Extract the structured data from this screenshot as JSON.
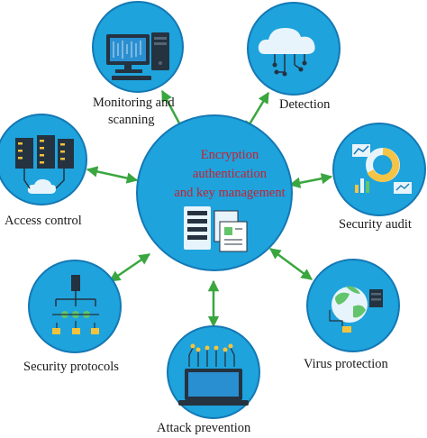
{
  "center": {
    "line1": "Encryption",
    "line2": "authentication",
    "line3": "and key management"
  },
  "nodes": {
    "monitoring": {
      "line1": "Monitoring and",
      "line2": "scanning"
    },
    "detection": "Detection",
    "access_control": "Access control",
    "security_audit": "Security audit",
    "security_protocols": "Security protocols",
    "virus_protection": "Virus protection",
    "attack_prevention": "Attack prevention"
  },
  "colors": {
    "circle_blue": "#1ea3dc",
    "circle_edge": "#1478b4",
    "arrow_green": "#3aa63f",
    "center_text": "#c8202f",
    "dark_icon": "#253240",
    "screen": "#1b7fc0",
    "yellow_accent": "#f5c33b",
    "donut_yellow": "#f6c445",
    "globe_green": "#62c46b",
    "ground": "#1a6ea3"
  }
}
